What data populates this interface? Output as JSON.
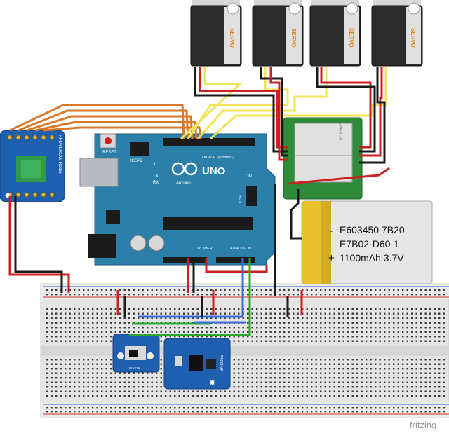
{
  "servos": [
    {
      "label": "SERVO"
    },
    {
      "label": "SERVO"
    },
    {
      "label": "SERVO"
    },
    {
      "label": "SERVO"
    }
  ],
  "arduino": {
    "reset_label": "RESET",
    "icsp2_label": "ICSP2",
    "icsp_label": "ICSP",
    "uno_label": "UNO",
    "brand_label": "Arduino",
    "digital_label": "DIGITAL (PWM=~)",
    "power_label": "POWER",
    "analog_label": "ANALOG IN",
    "on_label": "ON",
    "l_label": "L",
    "tx_label": "TX",
    "rx_label": "RX"
  },
  "radio": {
    "label": "RFM69HCW Radio"
  },
  "pwm_board": {
    "label": "PCA9685"
  },
  "battery": {
    "line1": "E603450 7B20",
    "line2": "E7B02-D60-1",
    "line3": "1100mAh 3.7V",
    "minus": "-",
    "plus": "+"
  },
  "sensor1": {
    "label": "INA219"
  },
  "sensor2": {
    "label": "BNO055"
  },
  "watermark": "fritzing",
  "colors": {
    "board_blue": "#2b7fa8",
    "radio_blue": "#1f5fb0",
    "wire_orange": "#d9782a",
    "wire_yellow": "#f2e45a",
    "wire_red": "#cc2020",
    "wire_black": "#1a1a1a",
    "wire_green": "#2aa82a",
    "wire_blue": "#3a6fd8",
    "pcb_green": "#2e8b3a",
    "battery_yellow": "#e8c22e"
  }
}
